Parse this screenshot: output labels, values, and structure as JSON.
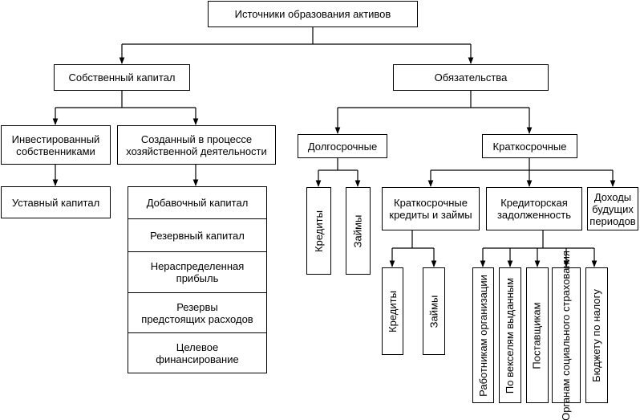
{
  "root": "Источники образования активов",
  "own_capital": {
    "label": "Собственный капитал",
    "invested": "Инвестированный\nсобственниками",
    "authorized": "Уставный капитал",
    "created": "Созданный в процессе\nхозяйственной деятельности",
    "items": [
      "Добавочный капитал",
      "Резервный капитал",
      "Нераспределенная\nприбыль",
      "Резервы\nпредстоящих расходов",
      "Целевое\nфинансирование"
    ]
  },
  "liabilities": {
    "label": "Обязательства",
    "long_term": {
      "label": "Долгосрочные",
      "items": [
        "Кредиты",
        "Займы"
      ]
    },
    "short_term": {
      "label": "Краткосрочные",
      "loans": {
        "label": "Краткосрочные\nкредиты и займы",
        "items": [
          "Кредиты",
          "Займы"
        ]
      },
      "payables": {
        "label": "Кредиторская\nзадолженность",
        "items": [
          "Работникам организации",
          "По векселям выданным",
          "Поставщикам",
          "Органам социального\nстрахования",
          "Бюджету по налогу"
        ]
      },
      "deferred": "Доходы\nбудущих\nпериодов"
    }
  }
}
